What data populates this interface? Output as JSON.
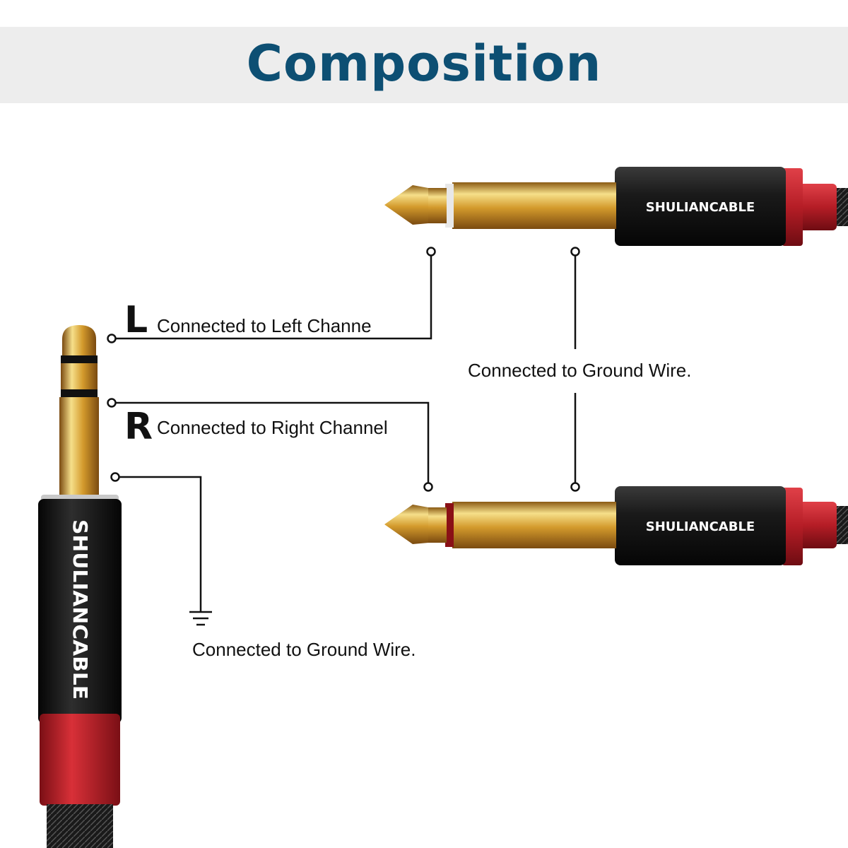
{
  "title": "Composition",
  "colors": {
    "title": "#0d4f73",
    "header_band": "#ededed",
    "gold": "#d9a63a",
    "plug_body": "#1b1b1b",
    "red_cap": "#c8232c",
    "line": "#111111"
  },
  "brand": "SHULIANCABLE",
  "trs_plug": {
    "brand": "SHULIANCABLE",
    "left_marker": "L",
    "left_label": "Connected to Left Channe",
    "right_marker": "R",
    "right_label": "Connected to Right Channel",
    "ground_label": "Connected to Ground Wire.",
    "ground_icon": "ground-symbol-icon"
  },
  "ts_plugs": {
    "top_brand": "SHULIANCABLE",
    "bottom_brand": "SHULIANCABLE",
    "ground_label": "Connected to Ground Wire."
  }
}
